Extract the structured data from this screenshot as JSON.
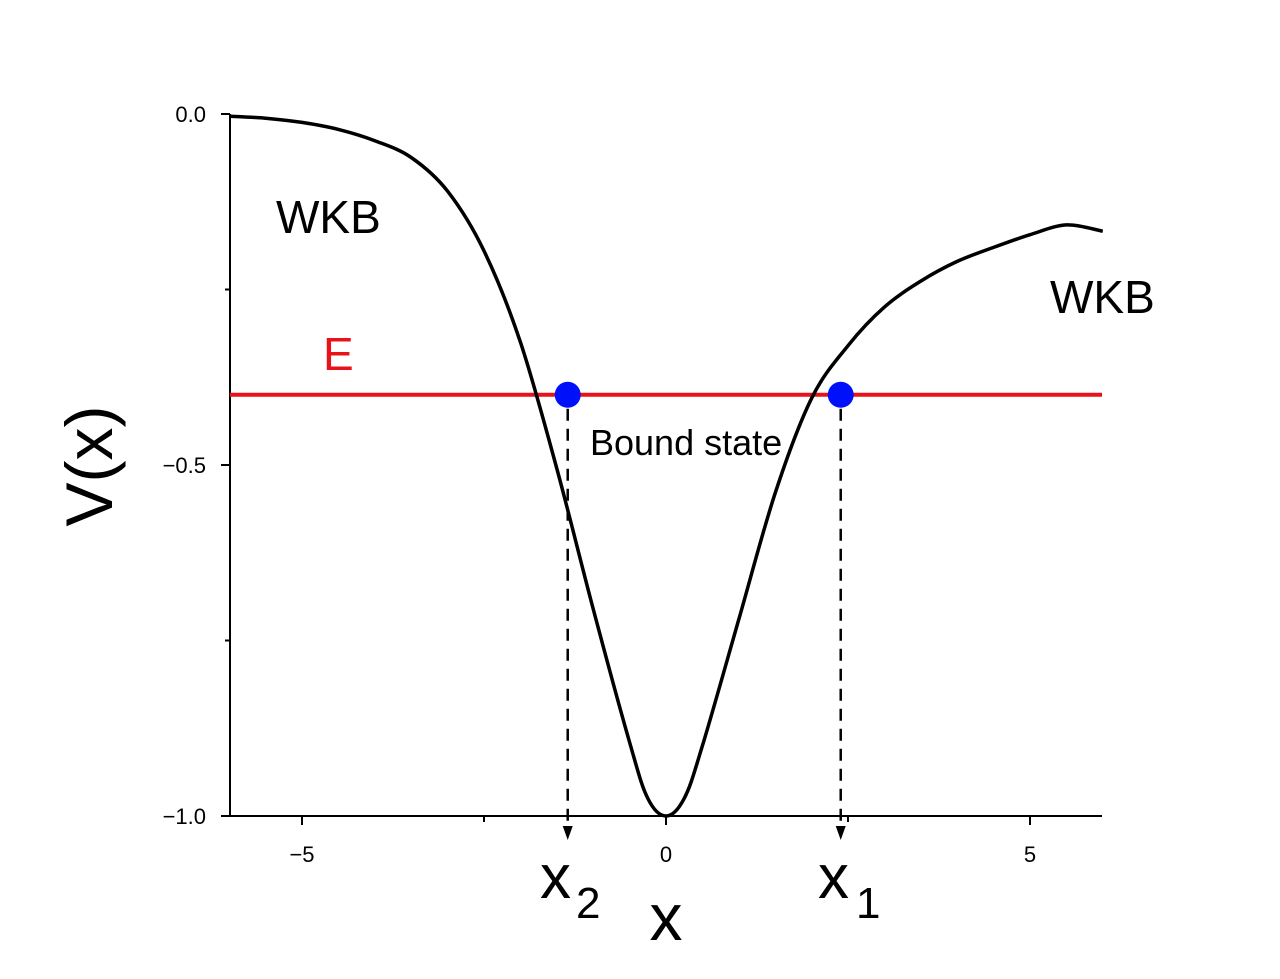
{
  "chart_data": {
    "type": "line",
    "xlabel": "x",
    "ylabel": "V(x)",
    "xlim": [
      -6,
      6
    ],
    "ylim": [
      -1.0,
      0.0
    ],
    "x_ticks": [
      {
        "value": -5,
        "label": "−5"
      },
      {
        "value": 0,
        "label": "0"
      },
      {
        "value": 5,
        "label": "5"
      }
    ],
    "x_minor_ticks": [
      -2.5,
      2.5
    ],
    "y_ticks": [
      {
        "value": 0.0,
        "label": "0.0"
      },
      {
        "value": -0.5,
        "label": "−0.5"
      },
      {
        "value": -1.0,
        "label": "−1.0"
      }
    ],
    "y_minor_ticks": [
      -0.25,
      -0.75
    ],
    "grid": false,
    "series": [
      {
        "color": "#000000",
        "x": [
          -6.0,
          -5.5,
          -5.0,
          -4.5,
          -4.0,
          -3.5,
          -3.0,
          -2.5,
          -2.0,
          -1.5,
          -1.0,
          -0.5,
          -0.25,
          0.0,
          0.25,
          0.5,
          1.0,
          1.5,
          2.0,
          2.5,
          3.0,
          3.5,
          4.0,
          4.5,
          5.0,
          5.5,
          6.0
        ],
        "y": [
          -0.003,
          -0.006,
          -0.012,
          -0.022,
          -0.038,
          -0.062,
          -0.11,
          -0.195,
          -0.325,
          -0.505,
          -0.705,
          -0.895,
          -0.975,
          -1.0,
          -0.975,
          -0.9,
          -0.72,
          -0.54,
          -0.405,
          -0.33,
          -0.275,
          -0.238,
          -0.21,
          -0.19,
          -0.172,
          -0.158,
          -0.167
        ]
      }
    ],
    "energy_level": {
      "label": "E",
      "value": -0.4,
      "color": "#e8121b"
    },
    "turning_points": [
      {
        "main": "x",
        "sub": "2",
        "x": -1.35,
        "y": -0.4,
        "color": "#0010f8"
      },
      {
        "main": "x",
        "sub": "1",
        "x": 2.4,
        "y": -0.4,
        "color": "#0010f8"
      }
    ],
    "annotations": [
      {
        "text": "WKB",
        "region": "left"
      },
      {
        "text": "WKB",
        "region": "right"
      },
      {
        "text": "Bound state",
        "region": "well"
      }
    ]
  }
}
